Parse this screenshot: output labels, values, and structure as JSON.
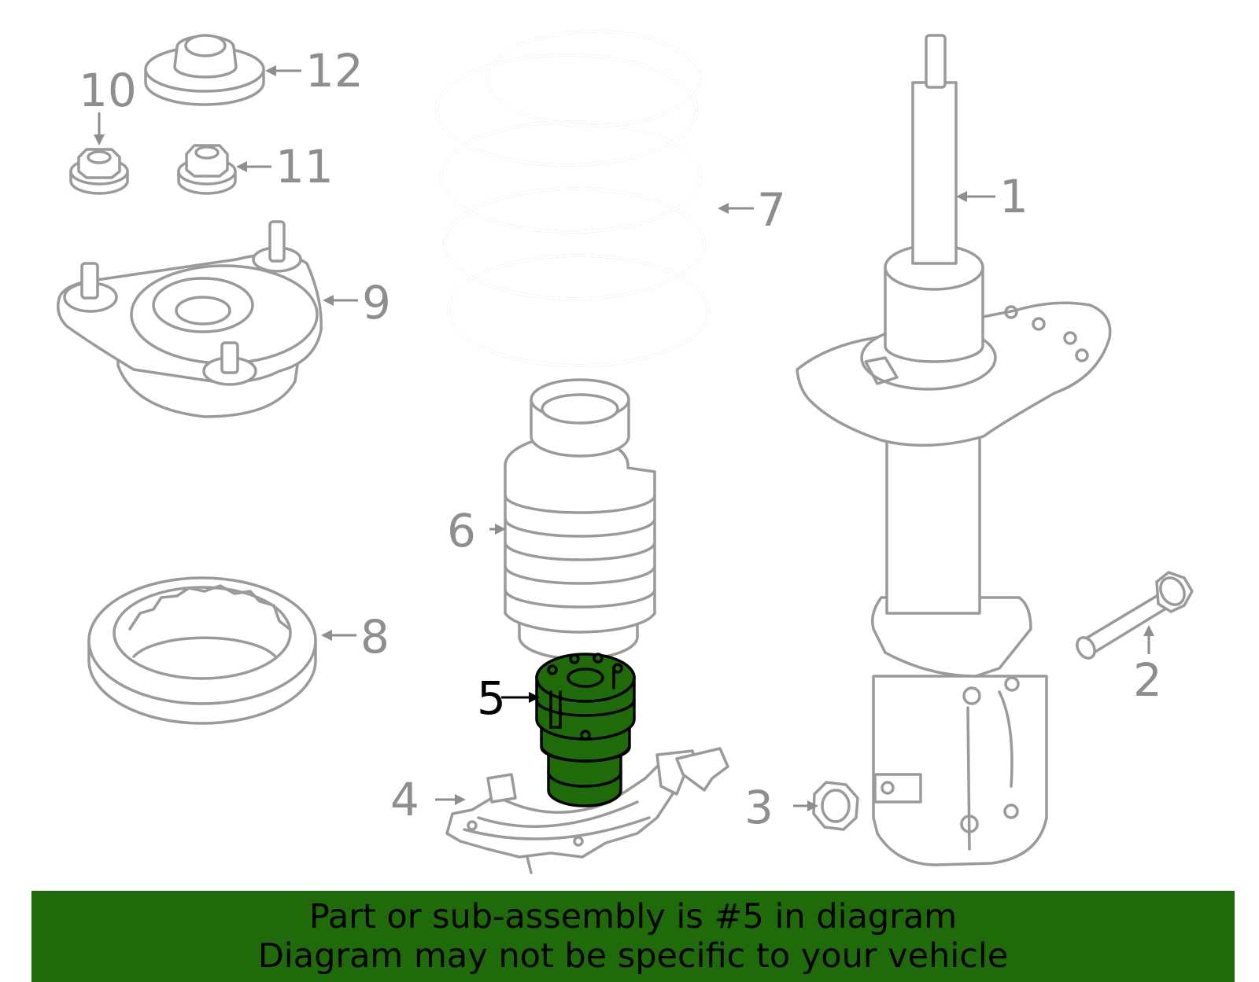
{
  "callouts": [
    {
      "id": "1",
      "label": "1"
    },
    {
      "id": "2",
      "label": "2"
    },
    {
      "id": "3",
      "label": "3"
    },
    {
      "id": "4",
      "label": "4"
    },
    {
      "id": "5",
      "label": "5",
      "highlighted": true
    },
    {
      "id": "6",
      "label": "6"
    },
    {
      "id": "7",
      "label": "7"
    },
    {
      "id": "8",
      "label": "8"
    },
    {
      "id": "9",
      "label": "9"
    },
    {
      "id": "10",
      "label": "10"
    },
    {
      "id": "11",
      "label": "11"
    },
    {
      "id": "12",
      "label": "12"
    }
  ],
  "banner": {
    "line1": "Part or sub-assembly is #5 in diagram",
    "line2": "Diagram may not be specific to your vehicle"
  },
  "colors": {
    "highlight_fill": "#1f6b0a",
    "banner_background": "#1f6b0a",
    "part_stroke": "#9a9a9a",
    "label_text": "#8e8e8e"
  }
}
